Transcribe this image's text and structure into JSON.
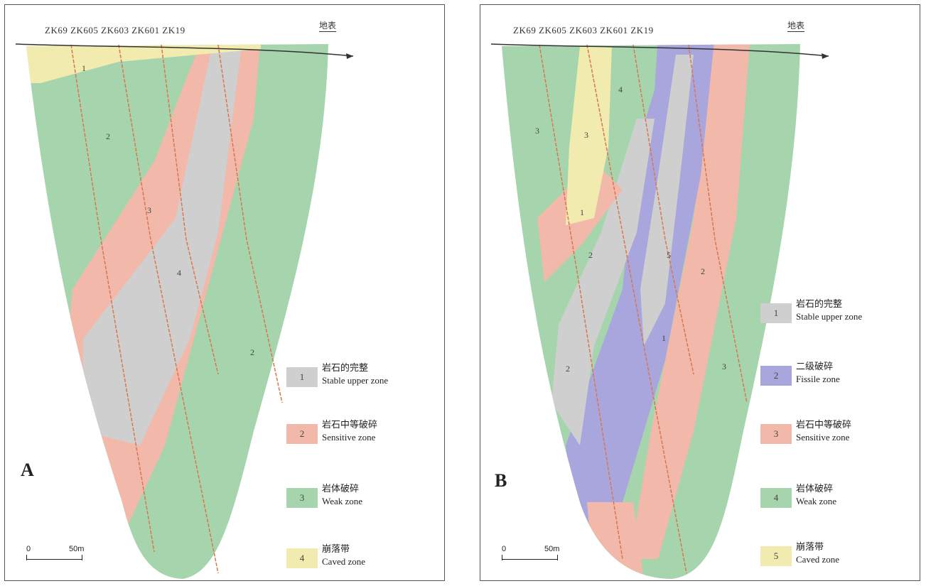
{
  "panels": [
    {
      "label": "A",
      "header": "ZK69  ZK605 ZK603  ZK601 ZK19",
      "vertical_label": "地表",
      "zones": [
        "1",
        "2",
        "3",
        "4",
        "2"
      ],
      "legend": [
        {
          "number": "1",
          "zh": "岩石的完整",
          "en": "Stable upper zone",
          "color": "#cfcfcf"
        },
        {
          "number": "2",
          "zh": "岩石中等破碎",
          "en": "Sensitive zone",
          "color": "#f2b8a9"
        },
        {
          "number": "3",
          "zh": "岩体破碎",
          "en": "Weak zone",
          "color": "#a6d5ad"
        },
        {
          "number": "4",
          "zh": "崩落带",
          "en": "Caved zone",
          "color": "#f1ebb0"
        }
      ],
      "scale": {
        "start": "0",
        "end": "50m"
      }
    },
    {
      "label": "B",
      "header": "ZK69  ZK605 ZK603  ZK601 ZK19",
      "vertical_label": "地表",
      "zones": [
        "4",
        "3",
        "3",
        "1",
        "2",
        "5",
        "2",
        "1",
        "3",
        "2"
      ],
      "legend": [
        {
          "number": "1",
          "zh": "岩石的完整",
          "en": "Stable upper zone",
          "color": "#cfcfcf"
        },
        {
          "number": "2",
          "zh": "二级破碎",
          "en": "Fissile zone",
          "color": "#a8a6dc"
        },
        {
          "number": "3",
          "zh": "岩石中等破碎",
          "en": "Sensitive zone",
          "color": "#f2b8a9"
        },
        {
          "number": "4",
          "zh": "岩体破碎",
          "en": "Weak zone",
          "color": "#a6d5ad"
        },
        {
          "number": "5",
          "zh": "崩落带",
          "en": "Caved zone",
          "color": "#f1ebb0"
        }
      ],
      "scale": {
        "start": "0",
        "end": "50m"
      }
    }
  ],
  "colors": {
    "grey": "#cfcfcf",
    "pink": "#f2b8a9",
    "green": "#a6d5ad",
    "yellow": "#f1ebb0",
    "purple": "#a8a6dc",
    "fault": "#d9764f"
  }
}
